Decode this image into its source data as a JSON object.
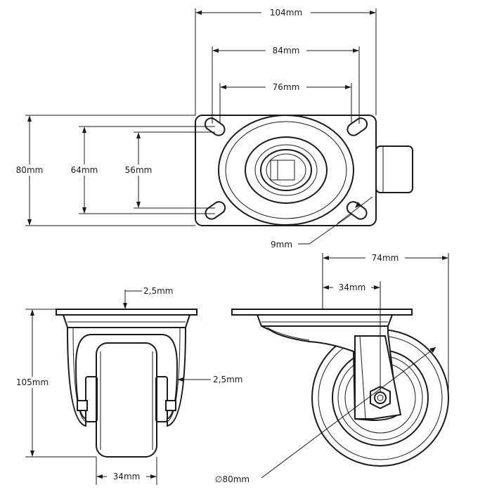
{
  "dimensions": {
    "top_width_overall": "104mm",
    "top_hole_spacing_outer": "84mm",
    "top_hole_spacing_inner": "76mm",
    "top_plate_height": "80mm",
    "top_hole_vertical_outer": "64mm",
    "top_hole_vertical_inner": "56mm",
    "bolt_hole": "9mm",
    "front_plate_thickness": "2,5mm",
    "front_height": "105mm",
    "front_side_gap": "2,5mm",
    "front_wheel_width": "34mm",
    "side_offset": "74mm",
    "side_axle_offset": "34mm",
    "wheel_diameter": "∅80mm"
  }
}
